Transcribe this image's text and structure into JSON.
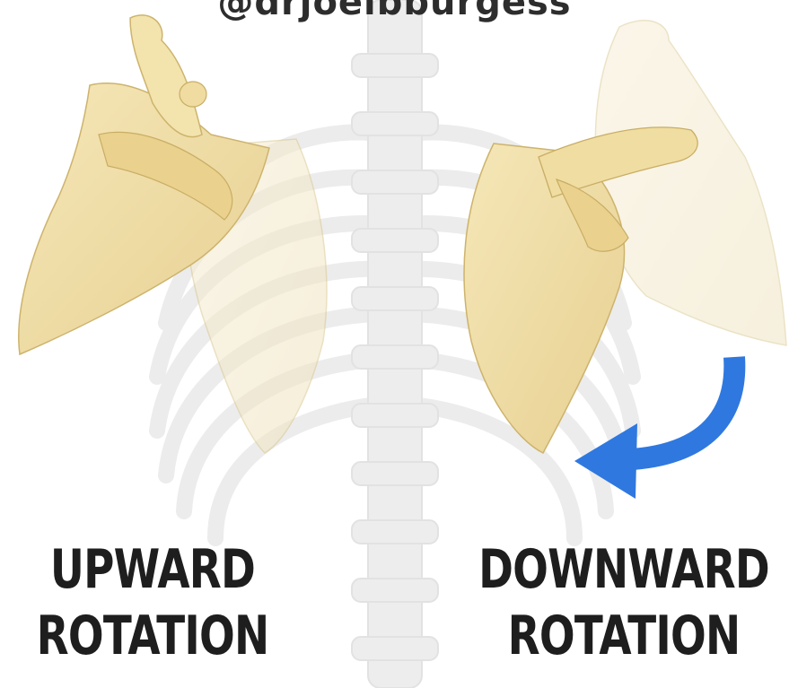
{
  "watermark": {
    "handle": "@drjoelbburgess"
  },
  "labels": {
    "upward": {
      "line1": "UPWARD",
      "line2": "ROTATION"
    },
    "downward": {
      "line1": "DOWNWARD",
      "line2": "ROTATION"
    }
  },
  "colors": {
    "background": "#ffffff",
    "skeleton": "#ececec",
    "scapula_bone": "#f1dfa6",
    "arrow": "#2f78e0",
    "text": "#1e1e1e"
  }
}
